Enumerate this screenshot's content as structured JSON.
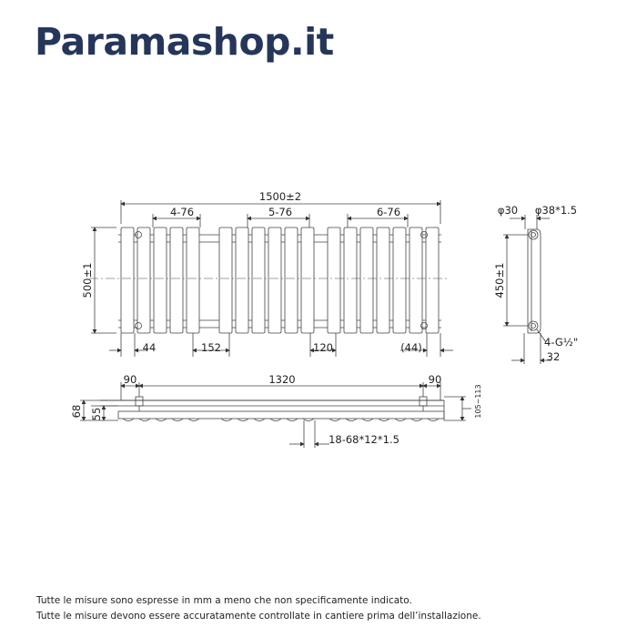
{
  "brand": {
    "name": "Paramashop.it",
    "color": "#25365a"
  },
  "drawing": {
    "front": {
      "overall_width": "1500±2",
      "height": "500±1",
      "groups": [
        "4-76",
        "5-76",
        "6-76"
      ],
      "bottom_dims": [
        "44",
        "152",
        "120",
        "(44)"
      ]
    },
    "side": {
      "tube_diameter": "φ30",
      "pipe": "φ38*1.5",
      "height": "450±1",
      "connection": "4-G½\"",
      "depth": "32"
    },
    "plan": {
      "left_offset": "90",
      "span": "1320",
      "right_offset": "90",
      "depth_outer": "68",
      "depth_inner": "55",
      "wall_range": "105~113",
      "flat_tubes": "18-68*12*1.5"
    }
  },
  "notes": [
    "Tutte le misure sono espresse in mm a meno che non specificamente indicato.",
    "Tutte le misure devono essere accuratamente controllate in cantiere prima dell’installazione."
  ]
}
